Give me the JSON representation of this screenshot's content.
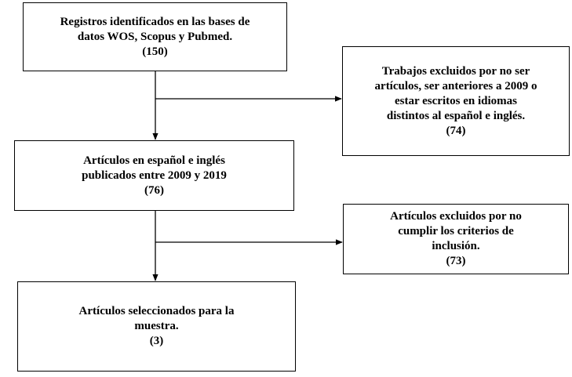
{
  "flow": {
    "identified": {
      "lines": [
        "Registros identificados en las bases de",
        "datos WOS, Scopus y Pubmed."
      ],
      "count": "(150)"
    },
    "screened": {
      "lines": [
        "Artículos en español e inglés",
        "publicados entre 2009 y 2019"
      ],
      "count": "(76)"
    },
    "selected": {
      "lines": [
        "Artículos seleccionados para la",
        "muestra."
      ],
      "count": "(3)"
    }
  },
  "exclusions": {
    "first": {
      "lines": [
        "Trabajos excluidos por no ser",
        "artículos, ser anteriores a 2009 o",
        "estar escritos en idiomas",
        "distintos al español e inglés."
      ],
      "count": "(74)"
    },
    "second": {
      "lines": [
        "Artículos excluidos por no",
        "cumplir los criterios de",
        "inclusión."
      ],
      "count": "(73)"
    }
  }
}
